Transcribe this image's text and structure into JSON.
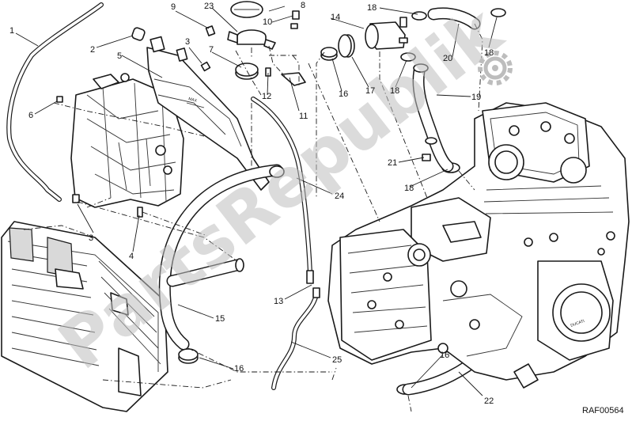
{
  "diagram": {
    "ref_code": "RAF00564",
    "tank_label": "MAX",
    "engine_logo_text": "DUCATI",
    "callouts": [
      {
        "id": "c1",
        "text": "1"
      },
      {
        "id": "c2",
        "text": "2"
      },
      {
        "id": "c3a",
        "text": "3"
      },
      {
        "id": "c3b",
        "text": "3"
      },
      {
        "id": "c4",
        "text": "4"
      },
      {
        "id": "c5",
        "text": "5"
      },
      {
        "id": "c6",
        "text": "6"
      },
      {
        "id": "c7",
        "text": "7"
      },
      {
        "id": "c8",
        "text": "8"
      },
      {
        "id": "c9",
        "text": "9"
      },
      {
        "id": "c10",
        "text": "10"
      },
      {
        "id": "c11",
        "text": "11"
      },
      {
        "id": "c12",
        "text": "12"
      },
      {
        "id": "c13",
        "text": "13"
      },
      {
        "id": "c14",
        "text": "14"
      },
      {
        "id": "c15",
        "text": "15"
      },
      {
        "id": "c16a",
        "text": "16"
      },
      {
        "id": "c16b",
        "text": "16"
      },
      {
        "id": "c16c",
        "text": "16"
      },
      {
        "id": "c17",
        "text": "17"
      },
      {
        "id": "c18a",
        "text": "18"
      },
      {
        "id": "c18b",
        "text": "18"
      },
      {
        "id": "c18c",
        "text": "18"
      },
      {
        "id": "c18d",
        "text": "18"
      },
      {
        "id": "c19",
        "text": "19"
      },
      {
        "id": "c20",
        "text": "20"
      },
      {
        "id": "c21",
        "text": "21"
      },
      {
        "id": "c22",
        "text": "22"
      },
      {
        "id": "c23",
        "text": "23"
      },
      {
        "id": "c24",
        "text": "24"
      },
      {
        "id": "c25",
        "text": "25"
      }
    ]
  },
  "watermark": {
    "text": "PartsRepublik",
    "logo": "gear-icon"
  }
}
